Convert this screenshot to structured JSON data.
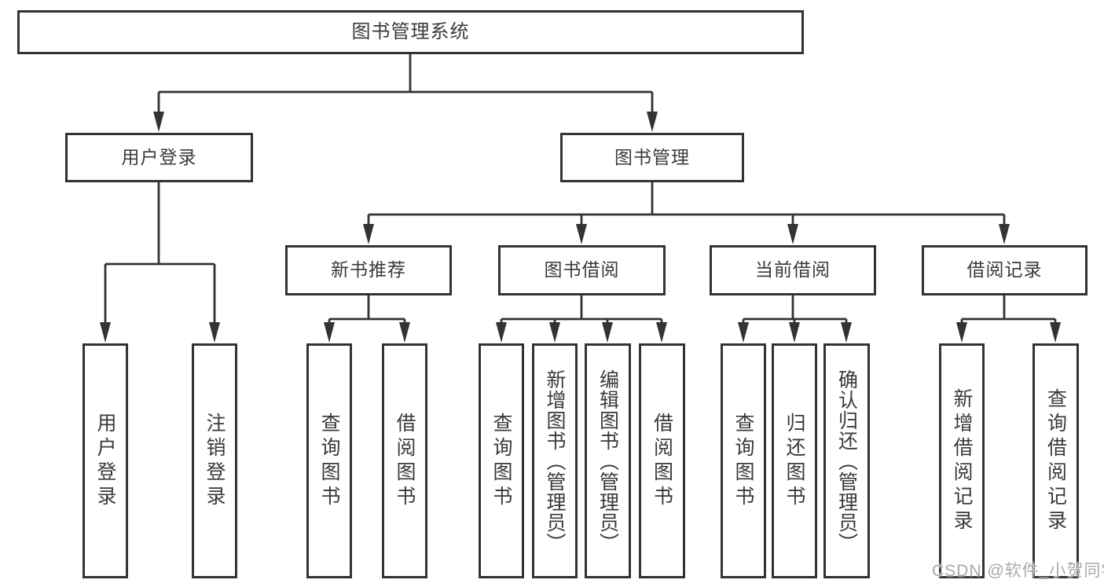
{
  "diagram": {
    "type": "hierarchy-tree",
    "root": {
      "label": "图书管理系统",
      "children": [
        {
          "label": "用户登录",
          "children": [
            {
              "label": "用户登录"
            },
            {
              "label": "注销登录"
            }
          ]
        },
        {
          "label": "图书管理",
          "children": [
            {
              "label": "新书推荐",
              "children": [
                {
                  "label": "查询图书"
                },
                {
                  "label": "借阅图书"
                }
              ]
            },
            {
              "label": "图书借阅",
              "children": [
                {
                  "label": "查询图书"
                },
                {
                  "label": "新增图书（管理员）"
                },
                {
                  "label": "编辑图书（管理员）"
                },
                {
                  "label": "借阅图书"
                }
              ]
            },
            {
              "label": "当前借阅",
              "children": [
                {
                  "label": "查询图书"
                },
                {
                  "label": "归还图书"
                },
                {
                  "label": "确认归还（管理员）"
                }
              ]
            },
            {
              "label": "借阅记录",
              "children": [
                {
                  "label": "新增借阅记录"
                },
                {
                  "label": "查询借阅记录"
                }
              ]
            }
          ]
        }
      ]
    },
    "colors": {
      "line": "#333333",
      "box_border": "#333333",
      "text": "#3a3a3a",
      "background": "#ffffff",
      "watermark": "#a4a4a4"
    }
  },
  "watermark": {
    "text": "CSDN @软件_小贺同学"
  }
}
